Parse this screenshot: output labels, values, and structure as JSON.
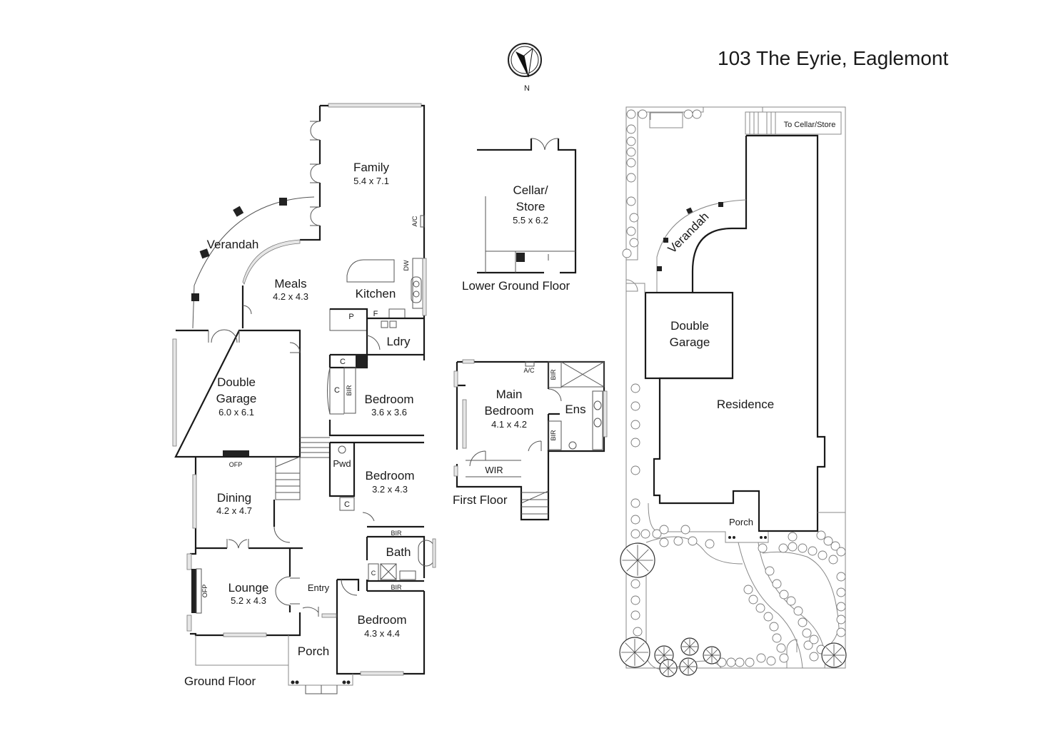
{
  "title": "103 The Eyrie, Eaglemont",
  "compass": {
    "label": "N",
    "icon": "north-arrow-icon"
  },
  "floors": {
    "ground": {
      "label": "Ground Floor",
      "rooms": {
        "family": {
          "name": "Family",
          "dims": "5.4 x 7.1"
        },
        "verandah": {
          "name": "Verandah"
        },
        "meals": {
          "name": "Meals",
          "dims": "4.2 x 4.3"
        },
        "kitchen": {
          "name": "Kitchen"
        },
        "laundry": {
          "name": "Ldry"
        },
        "garage": {
          "name_line1": "Double",
          "name_line2": "Garage",
          "dims": "6.0 x 6.1"
        },
        "bedroom1": {
          "name": "Bedroom",
          "dims": "3.6 x 3.6"
        },
        "pwd": {
          "name": "Pwd"
        },
        "bedroom2": {
          "name": "Bedroom",
          "dims": "3.2 x 4.3"
        },
        "dining": {
          "name": "Dining",
          "dims": "4.2 x 4.7"
        },
        "lounge": {
          "name": "Lounge",
          "dims": "5.2 x 4.3"
        },
        "entry": {
          "name": "Entry"
        },
        "bath": {
          "name": "Bath"
        },
        "bedroom3": {
          "name": "Bedroom",
          "dims": "4.3 x 4.4"
        },
        "porch": {
          "name": "Porch"
        }
      },
      "fixtures": {
        "ac": "A/C",
        "dw": "DW",
        "pantry": "P",
        "fridge": "F",
        "cupboard": "C",
        "bir": "BIR",
        "ofp": "OFP"
      }
    },
    "lower_ground": {
      "label": "Lower Ground Floor",
      "rooms": {
        "cellar": {
          "name_line1": "Cellar/",
          "name_line2": "Store",
          "dims": "5.5 x 6.2"
        }
      }
    },
    "first": {
      "label": "First Floor",
      "rooms": {
        "main_bedroom": {
          "name_line1": "Main",
          "name_line2": "Bedroom",
          "dims": "4.1 x 4.2"
        },
        "ensuite": {
          "name": "Ens"
        },
        "wir": {
          "name": "WIR"
        }
      },
      "fixtures": {
        "ac": "A/C",
        "bir": "BIR"
      }
    }
  },
  "site_plan": {
    "labels": {
      "to_cellar": "To Cellar/Store",
      "verandah": "Verandah",
      "garage_line1": "Double",
      "garage_line2": "Garage",
      "residence": "Residence",
      "porch": "Porch"
    }
  }
}
